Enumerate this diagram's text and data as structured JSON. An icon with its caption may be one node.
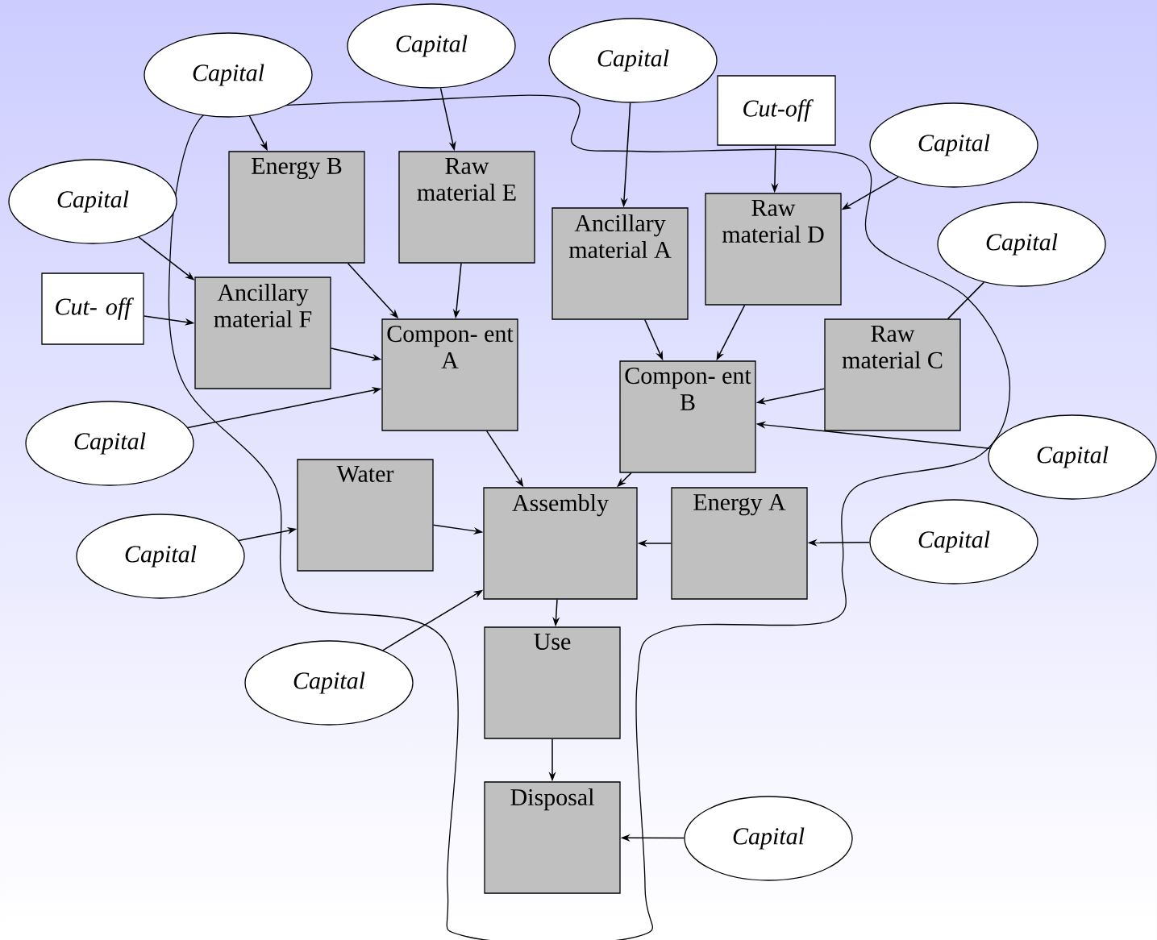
{
  "diagram": {
    "nodes": [
      {
        "text": [
          "Capital"
        ]
      },
      {
        "text": [
          "Capital"
        ]
      },
      {
        "text": [
          "Capital"
        ]
      },
      {
        "text": [
          "Cut-off"
        ]
      },
      {
        "text": [
          "Capital"
        ]
      },
      {
        "text": [
          "Energy B"
        ]
      },
      {
        "text": [
          "Raw material E"
        ]
      },
      {
        "text": [
          "Capital"
        ]
      },
      {
        "text": [
          "Ancillary material A"
        ]
      },
      {
        "text": [
          "Raw material D"
        ]
      },
      {
        "text": [
          "Capital"
        ]
      },
      {
        "text": [
          "Cut- off"
        ]
      },
      {
        "text": [
          "Ancillary material F"
        ]
      },
      {
        "text": [
          "Compon- ent A"
        ]
      },
      {
        "text": [
          "Compon- ent B"
        ]
      },
      {
        "text": [
          "Raw material C"
        ]
      },
      {
        "text": [
          "Capital"
        ]
      },
      {
        "text": [
          "Capital"
        ]
      },
      {
        "text": [
          "Water"
        ]
      },
      {
        "text": [
          "Assembly"
        ]
      },
      {
        "text": [
          "Energy A"
        ]
      },
      {
        "text": [
          "Capital"
        ]
      },
      {
        "text": [
          "Capital"
        ]
      },
      {
        "text": [
          "Capital"
        ]
      },
      {
        "text": [
          "Use"
        ]
      },
      {
        "text": [
          "Disposal"
        ]
      },
      {
        "text": [
          "Capital"
        ]
      }
    ],
    "edges": [
      {
        "from": 2,
        "to": 5,
        "arrow": "to"
      },
      {
        "from": 0,
        "to": 6,
        "arrow": "to"
      },
      {
        "from": 1,
        "to": 8,
        "arrow": "to"
      },
      {
        "from": 3,
        "to": 9,
        "arrow": "to"
      },
      {
        "from": 4,
        "to": 9,
        "arrow": "to"
      },
      {
        "from": 7,
        "to": 12,
        "arrow": "to"
      },
      {
        "from": 11,
        "to": 12,
        "arrow": "to"
      },
      {
        "from": 5,
        "to": 13,
        "arrow": "to"
      },
      {
        "from": 6,
        "to": 13,
        "arrow": "to"
      },
      {
        "from": 12,
        "to": 13,
        "arrow": "to"
      },
      {
        "from": 16,
        "to": 13,
        "arrow": "to"
      },
      {
        "from": 8,
        "to": 14,
        "arrow": "to"
      },
      {
        "from": 9,
        "to": 14,
        "arrow": "to"
      },
      {
        "from": 10,
        "to": 15,
        "arrow": "none"
      },
      {
        "from": 15,
        "to": 14,
        "arrow": "to"
      },
      {
        "from": 17,
        "to": 14,
        "arrow": "to"
      },
      {
        "from": 13,
        "to": 19,
        "arrow": "to"
      },
      {
        "from": 14,
        "to": 19,
        "arrow": "to"
      },
      {
        "from": 18,
        "to": 19,
        "arrow": "to"
      },
      {
        "from": 22,
        "to": 18,
        "arrow": "to"
      },
      {
        "from": 20,
        "to": 19,
        "arrow": "to"
      },
      {
        "from": 21,
        "to": 20,
        "arrow": "to"
      },
      {
        "from": 23,
        "to": 19,
        "arrow": "to"
      },
      {
        "from": 19,
        "to": 24,
        "arrow": "to"
      },
      {
        "from": 24,
        "to": 25,
        "arrow": "to"
      },
      {
        "from": 26,
        "to": 25,
        "arrow": "to"
      }
    ]
  }
}
